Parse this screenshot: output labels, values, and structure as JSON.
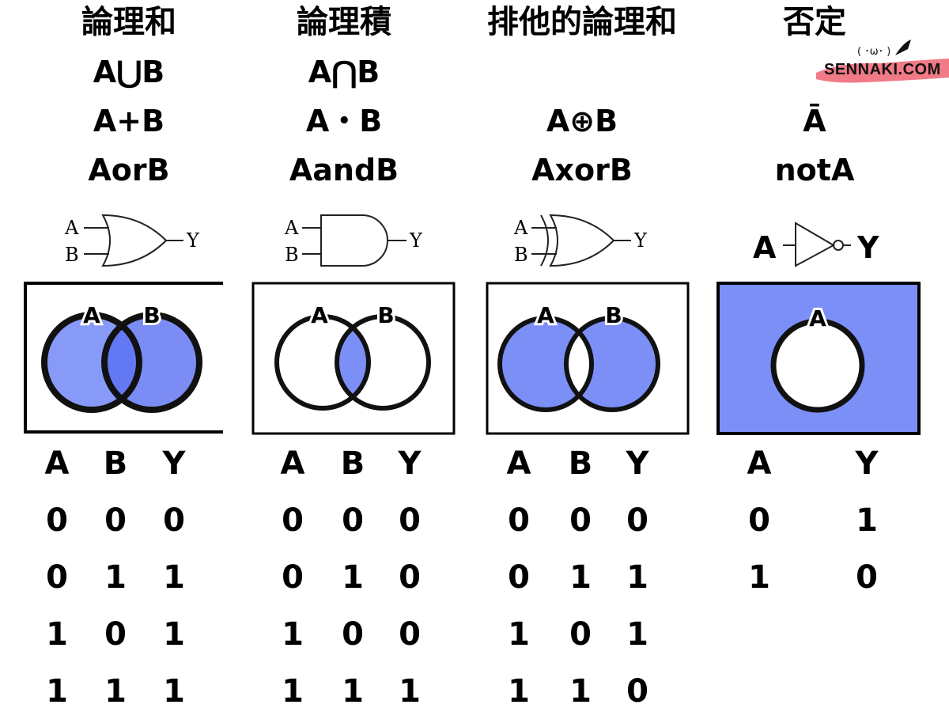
{
  "colors": {
    "fill": "#7b8ff7",
    "fill_dark": "#5a70f2",
    "logo_brush": "#ef6b7a"
  },
  "columns": [
    {
      "title": "論理和",
      "notations": [
        "A⋃B",
        "A+B",
        "AorB"
      ],
      "gate": {
        "type": "or",
        "inputs": [
          "A",
          "B"
        ],
        "output": "Y"
      },
      "venn": {
        "labels": [
          "A",
          "B"
        ]
      },
      "table": {
        "headers": [
          "A",
          "B",
          "Y"
        ],
        "rows": [
          [
            "0",
            "0",
            "0"
          ],
          [
            "0",
            "1",
            "1"
          ],
          [
            "1",
            "0",
            "1"
          ],
          [
            "1",
            "1",
            "1"
          ]
        ]
      }
    },
    {
      "title": "論理積",
      "notations": [
        "A⋂B",
        "A・B",
        "AandB"
      ],
      "gate": {
        "type": "and",
        "inputs": [
          "A",
          "B"
        ],
        "output": "Y"
      },
      "venn": {
        "labels": [
          "A",
          "B"
        ]
      },
      "table": {
        "headers": [
          "A",
          "B",
          "Y"
        ],
        "rows": [
          [
            "0",
            "0",
            "0"
          ],
          [
            "0",
            "1",
            "0"
          ],
          [
            "1",
            "0",
            "0"
          ],
          [
            "1",
            "1",
            "1"
          ]
        ]
      }
    },
    {
      "title": "排他的論理和",
      "notations": [
        "",
        "A⊕B",
        "AxorB"
      ],
      "gate": {
        "type": "xor",
        "inputs": [
          "A",
          "B"
        ],
        "output": "Y"
      },
      "venn": {
        "labels": [
          "A",
          "B"
        ]
      },
      "table": {
        "headers": [
          "A",
          "B",
          "Y"
        ],
        "rows": [
          [
            "0",
            "0",
            "0"
          ],
          [
            "0",
            "1",
            "1"
          ],
          [
            "1",
            "0",
            "1"
          ],
          [
            "1",
            "1",
            "0"
          ]
        ]
      }
    },
    {
      "title": "否定",
      "notations": [
        "",
        "Ā",
        "notA"
      ],
      "gate": {
        "type": "not",
        "inputs": [
          "A"
        ],
        "output": "Y"
      },
      "venn": {
        "labels": [
          "A"
        ]
      },
      "table": {
        "headers": [
          "A",
          "Y"
        ],
        "rows": [
          [
            "0",
            "1"
          ],
          [
            "1",
            "0"
          ]
        ]
      }
    }
  ],
  "logo": {
    "text": "SENNAKI.COM",
    "face": "( ･ω･ )"
  }
}
